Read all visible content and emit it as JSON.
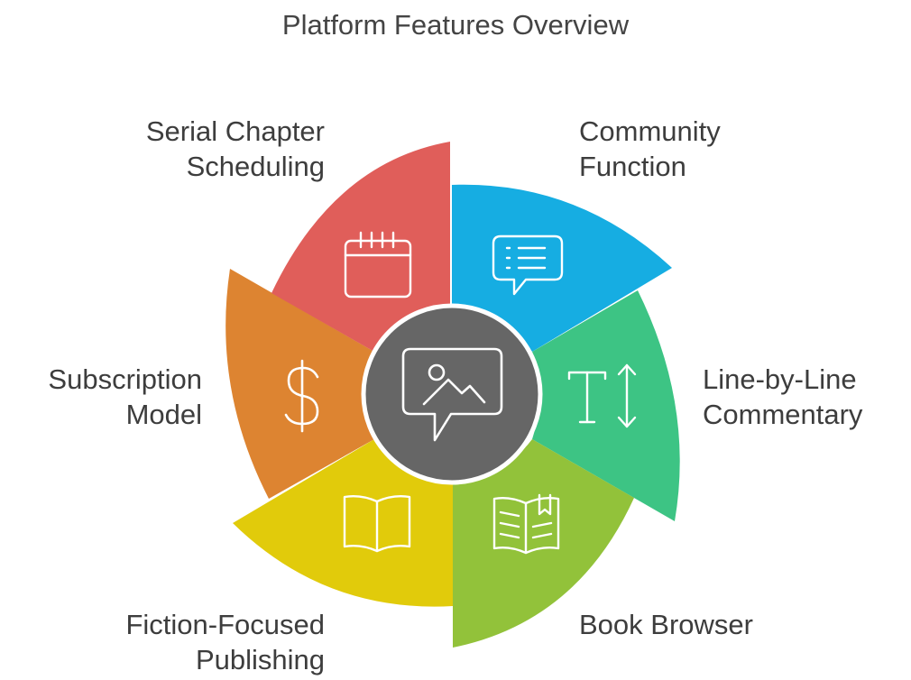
{
  "title": "Platform Features Overview",
  "center": {
    "icon": "image-message-icon",
    "color": "#666666"
  },
  "segments": [
    {
      "id": "community",
      "lines": [
        "Community",
        "Function"
      ],
      "color": "#16ade2",
      "icon": "chat-list-icon"
    },
    {
      "id": "commentary",
      "lines": [
        "Line-by-Line",
        "Commentary"
      ],
      "color": "#3dc484",
      "icon": "text-resize-icon"
    },
    {
      "id": "browser",
      "lines": [
        "Book Browser"
      ],
      "color": "#92c23a",
      "icon": "bookmark-book-icon"
    },
    {
      "id": "publishing",
      "lines": [
        "Fiction-Focused",
        "Publishing"
      ],
      "color": "#e1cb0b",
      "icon": "open-book-icon"
    },
    {
      "id": "subscription",
      "lines": [
        "Subscription",
        "Model"
      ],
      "color": "#dd8431",
      "icon": "dollar-icon"
    },
    {
      "id": "scheduling",
      "lines": [
        "Serial Chapter",
        "Scheduling"
      ],
      "color": "#e05e5a",
      "icon": "calendar-icon"
    }
  ]
}
